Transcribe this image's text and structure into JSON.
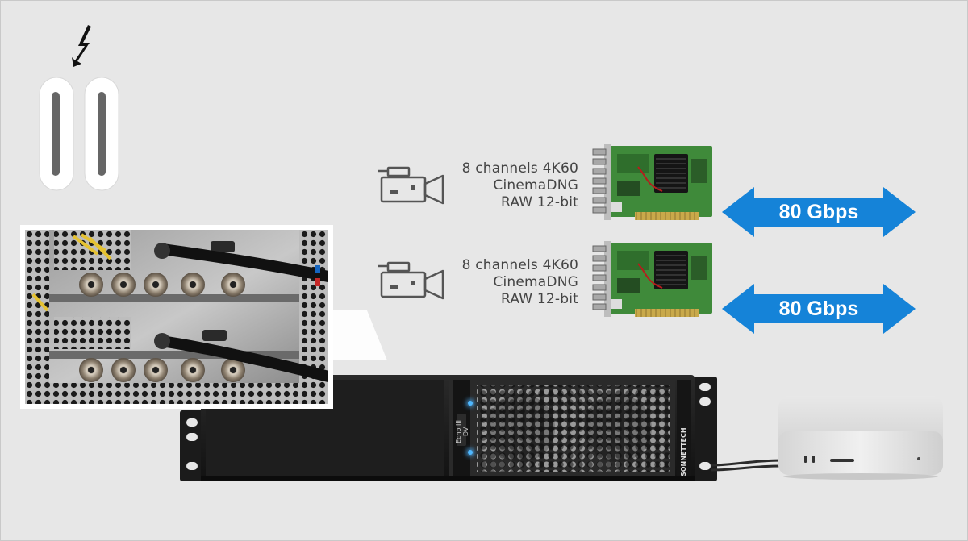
{
  "cards": [
    {
      "lines": [
        "8 channels 4K60",
        "CinemaDNG",
        "RAW 12-bit"
      ],
      "arrow_label": "80 Gbps"
    },
    {
      "lines": [
        "8 channels 4K60",
        "CinemaDNG",
        "RAW 12-bit"
      ],
      "arrow_label": "80 Gbps"
    }
  ],
  "chassis": {
    "side_label": "SONNETTECH",
    "front_badge": "Echo III DV"
  },
  "icons": {
    "thunderbolt": "thunderbolt-icon",
    "ports": "thunderbolt-port-icon",
    "camera": "video-camera-icon"
  },
  "colors": {
    "arrow": "#1583d8",
    "pcb": "#3f8a3a",
    "background": "#e7e7e7"
  }
}
